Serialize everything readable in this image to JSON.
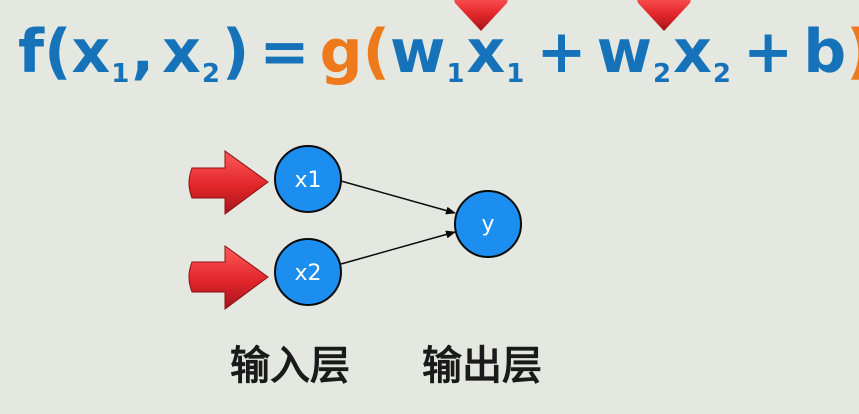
{
  "formula": {
    "f": "f",
    "lparen1": "(",
    "x1": "x",
    "x1_sub": "1",
    "comma": ",",
    "x2": "x",
    "x2_sub": "2",
    "rparen1": ")",
    "eq": "=",
    "g": "g",
    "lparen2": "(",
    "w1": "w",
    "w1_sub": "1",
    "x1b": "x",
    "x1b_sub": "1",
    "plus1": "+",
    "w2": "w",
    "w2_sub": "2",
    "x2b": "x",
    "x2b_sub": "2",
    "plus2": "+",
    "b": "b",
    "rparen2": ")"
  },
  "nodes": {
    "x1": "x1",
    "x2": "x2",
    "y": "y"
  },
  "labels": {
    "input_layer": "输入层",
    "output_layer": "输出层"
  },
  "colors": {
    "background": "#e4e8e1",
    "formula_blue": "#1673b9",
    "formula_orange": "#ee7a1c",
    "node_fill": "#1b8ef0",
    "node_stroke": "#0a0a0a",
    "arrow_red": "#e2262a"
  },
  "icons": [
    "red-arrow-icon"
  ]
}
